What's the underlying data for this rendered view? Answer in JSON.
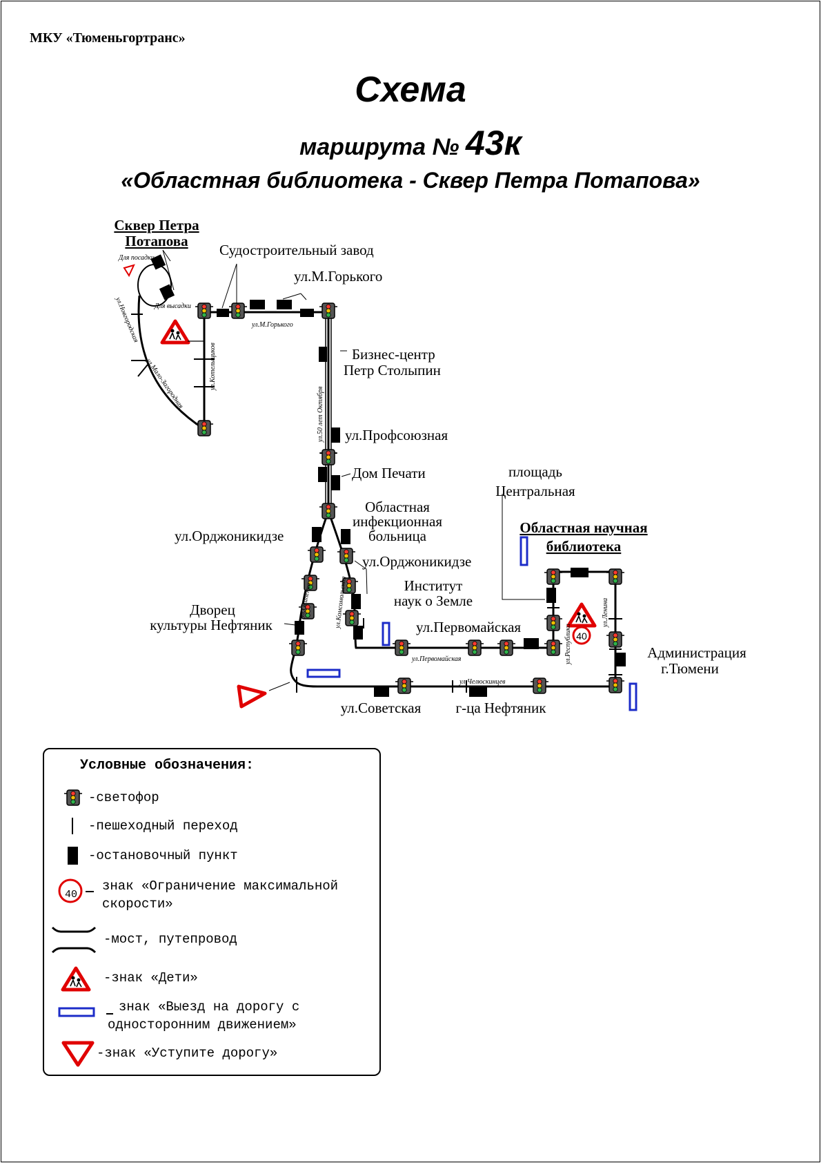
{
  "header": {
    "org": "МКУ «Тюменьгортранс»",
    "title": "Схема",
    "subtitle_prefix": "маршрута №",
    "route_number": "43к",
    "route_name": "«Областная библиотека - Сквер Петра Потапова»"
  },
  "map": {
    "terminal_top": [
      "Сквер Петра",
      "Потапова"
    ],
    "boarding": "Для посадки",
    "alighting": "Для высадки",
    "stops": {
      "sudostroitelny": "Судостроительный завод",
      "gorkogo": "ул.М.Горького",
      "business1": "Бизнес-центр",
      "business2": "Петр Столыпин",
      "profsoyuznaya": "ул.Профсоюзная",
      "dom_pechati": "Дом Печати",
      "infek1": "Областная",
      "infek2": "инфекционная",
      "infek3": "больница",
      "ordzh_left": "ул.Орджоникидзе",
      "ordzh_right": "ул.Орджоникидзе",
      "institut1": "Институт",
      "institut2": "наук о Земле",
      "dvorets1": "Дворец",
      "dvorets2": "культуры Нефтяник",
      "pervomayskaya": "ул.Первомайская",
      "ploshchad1": "площадь",
      "ploshchad2": "Центральная",
      "biblioteka1": "Областная научная",
      "biblioteka2": "библиотека",
      "admin1": "Администрация",
      "admin2": "г.Тюмени",
      "sovetskaya": "ул.Советская",
      "neftyanik": "г-ца Нефтяник"
    },
    "streets": {
      "gorkogo": "ул.М.Горького",
      "kotelshchikov": "ул.Котельщиков",
      "novgorodskaya": "ул.Новгородская",
      "malo_zagorodnaya": "ул.Мало-Загородная",
      "oktyabrya": "ул.50 лет Октября",
      "osipenko": "ул.Осипенко",
      "komsomolskaya": "ул.Комсомольская",
      "pervomayskaya": "ул.Первомайская",
      "chelyuskintsev": "ул.Челюскинцев",
      "respubliki": "ул.Республики",
      "lenina": "ул.Ленина"
    },
    "speed_limit": "40"
  },
  "legend": {
    "title": "Условные обозначения:",
    "items": {
      "traffic_light": "-светофор",
      "crossing": "-пешеходный переход",
      "stop": "-остановочный пункт",
      "speed1": "знак «Ограничение максимальной",
      "speed2": "скорости»",
      "speed_value": "40",
      "bridge": "-мост, путепровод",
      "children": "-знак «Дети»",
      "oneway1": "знак «Выезд на дорогу с",
      "oneway2": "односторонним движением»",
      "yield": "-знак «Уступите дорогу»"
    }
  },
  "colors": {
    "sign_red": "#e00000",
    "sign_blue": "#1c2cc8",
    "road": "#000000"
  }
}
